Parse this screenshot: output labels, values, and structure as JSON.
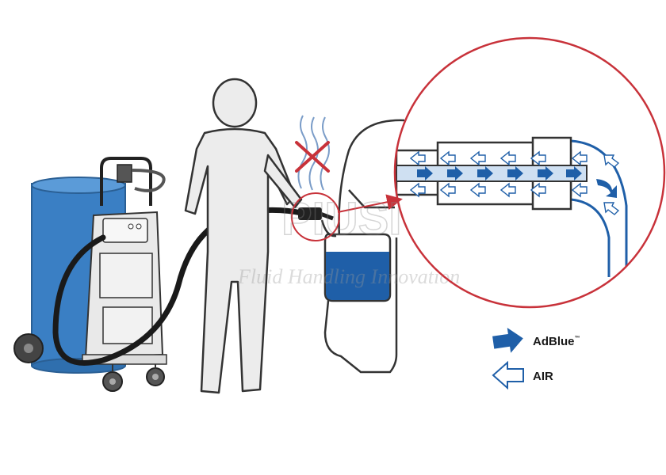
{
  "legend": {
    "adblue_label": "AdBlue",
    "adblue_mark": "™",
    "air_label": "AIR"
  },
  "watermark": {
    "logo_text": "PIUSI",
    "tagline": "Fluid Handling Innovation"
  },
  "colors": {
    "blue": "#1f5fa8",
    "drum_blue": "#3a7fc4",
    "red": "#c8323a",
    "outline": "#333333",
    "person_fill": "#ececec"
  },
  "icons": {
    "adblue_arrow": "filled-arrow-right-icon",
    "air_arrow": "outline-arrow-left-icon",
    "no_fumes": "red-x-icon"
  }
}
